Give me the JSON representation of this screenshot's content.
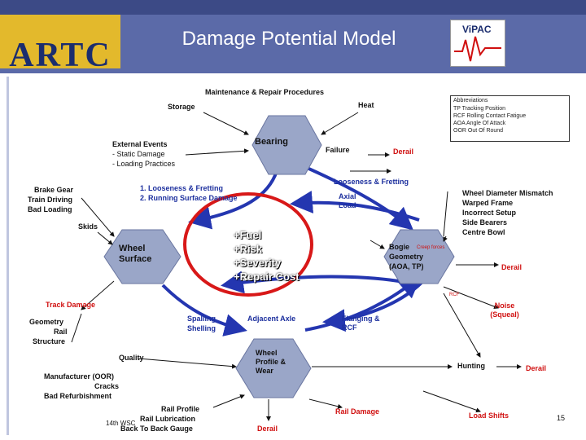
{
  "header": {
    "title": "Damage Potential Model",
    "left_logo": "ARTC",
    "right_logo": "ViPAC"
  },
  "nodes": {
    "bearing": "Bearing",
    "wheel_surface": "Wheel Surface",
    "bogie_lines": [
      "Bogie",
      "Geometry",
      "(AOA, TP)"
    ],
    "wheel_profile": "Wheel Profile & Wear"
  },
  "labels": {
    "maintenance": "Maintenance & Repair Procedures",
    "storage": "Storage",
    "heat": "Heat",
    "external_events": "External Events",
    "static_damage": "- Static Damage",
    "loading_practices": "- Loading Practices",
    "failure": "Failure",
    "derail_top": "Derail",
    "brake_gear": "Brake Gear",
    "train_driving": "Train Driving",
    "bad_loading": "Bad Loading",
    "looseness_list_1": "1. Looseness & Fretting",
    "looseness_list_2": "2. Running Surface Damage",
    "looseness_fretting": "Looseness & Fretting",
    "axial_load": "Axial Load",
    "wheel_diameter": "Wheel Diameter Mismatch",
    "warped_frame": "Warped Frame",
    "incorrect_setup": "Incorrect Setup",
    "side_bearers": "Side Bearers",
    "centre_bowl": "Centre Bowl",
    "skids": "Skids",
    "creep_forces": "Creep forces",
    "derail_mid": "Derail",
    "rcf": "RCF",
    "track_damage": "Track Damage",
    "noise": "Noise (Squeal)",
    "geometry": "Geometry",
    "rail": "Rail",
    "structure": "Structure",
    "spalling": "Spalling",
    "shelling": "Shelling",
    "adjacent_axle": "Adjacent Axle",
    "flanging": "Flanging & RCF",
    "quality": "Quality",
    "manufacturer": "Manufacturer (OOR)",
    "cracks": "Cracks",
    "bad_refurbishment": "Bad Refurbishment",
    "hunting": "Hunting",
    "derail_hunting": "Derail",
    "rail_profile": "Rail Profile",
    "rail_lubrication": "Rail Lubrication",
    "back_to_back": "Back To Back Gauge",
    "rail_damage": "Rail Damage",
    "derail_bottom": "Derail",
    "load_shifts": "Load Shifts"
  },
  "overlay": [
    "+Fuel",
    "+Risk",
    "+Severity",
    "+Repair Cost"
  ],
  "abbreviations": {
    "title": "Abbreviations",
    "rows": [
      "TP    Tracking Position",
      "RCF   Rolling Contact Fatigue",
      "AOA   Angle Of Attack",
      "OOR   Out Of Round"
    ]
  },
  "footer": {
    "conference": "14th WSC",
    "page": "15"
  },
  "colors": {
    "banner": "#5b6aa8",
    "banner_dark": "#3c4a86",
    "logo_bg": "#e3b92c",
    "hex_fill": "#9aa6c8",
    "arc": "#2436b0",
    "red_ellipse": "#d81818",
    "derail_text": "#d01010"
  }
}
